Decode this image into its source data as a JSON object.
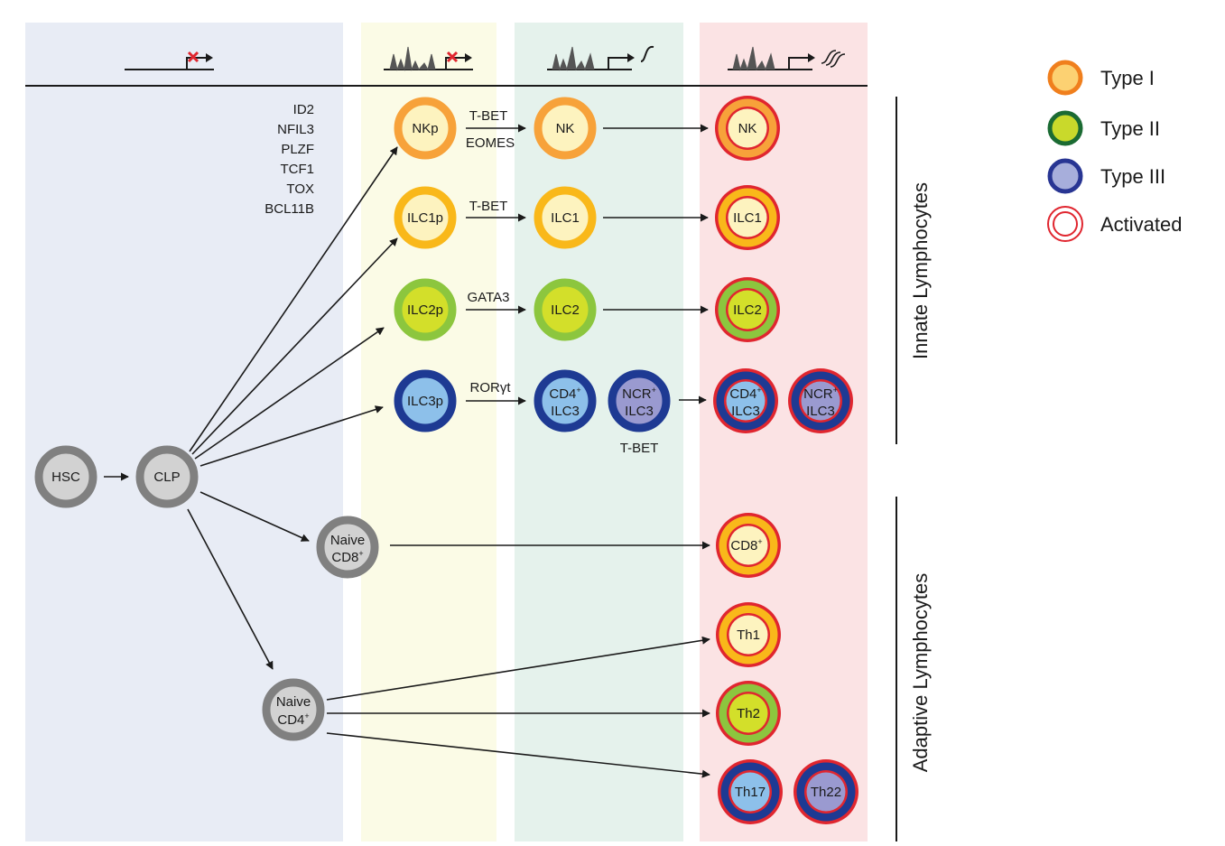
{
  "transcription_factors": [
    "ID2",
    "NFIL3",
    "PLZF",
    "TCF1",
    "TOX",
    "BCL11B"
  ],
  "legend": [
    {
      "label": "Type I",
      "ring": "#f07f1d",
      "fill": "#fcd172"
    },
    {
      "label": "Type II",
      "ring": "#1b6b33",
      "fill": "#c9d92b"
    },
    {
      "label": "Type III",
      "ring": "#283593",
      "fill": "#a7aedb"
    },
    {
      "label": "Activated",
      "ring": "#e0262f",
      "fill": "#ffffff"
    }
  ],
  "side_labels": {
    "innate": "Innate Lymphocytes",
    "adaptive": "Adaptive Lymphocytes"
  },
  "arrow_labels": {
    "nk_top": "T-BET",
    "nk_bottom": "EOMES",
    "ilc1": "T-BET",
    "ilc2": "GATA3",
    "ilc3_prefix": "ROR",
    "ilc3_greek": "γ",
    "ilc3_suffix": "t",
    "ncr_below": "T-BET"
  },
  "cells": {
    "hsc": {
      "line1": "HSC"
    },
    "clp": {
      "line1": "CLP"
    },
    "nkp": {
      "line1": "NKp"
    },
    "ilc1p": {
      "line1": "ILC1p"
    },
    "ilc2p": {
      "line1": "ILC2p"
    },
    "ilc3p": {
      "line1": "ILC3p"
    },
    "nk": {
      "line1": "NK"
    },
    "ilc1": {
      "line1": "ILC1"
    },
    "ilc2": {
      "line1": "ILC2"
    },
    "cd4_ilc3": {
      "line1": "CD4",
      "sup": "+",
      "line2": "ILC3"
    },
    "ncr_ilc3": {
      "line1": "NCR",
      "sup": "+",
      "line2": "ILC3"
    },
    "nk_act": {
      "line1": "NK"
    },
    "ilc1_act": {
      "line1": "ILC1"
    },
    "ilc2_act": {
      "line1": "ILC2"
    },
    "cd4_ilc3_act": {
      "line1": "CD4",
      "sup": "+",
      "line2": "ILC3"
    },
    "ncr_ilc3_act": {
      "line1": "NCR",
      "sup": "+",
      "line2": "ILC3"
    },
    "naive_cd8": {
      "line1": "Naive",
      "line2a": "CD8",
      "sup": "+"
    },
    "naive_cd4": {
      "line1": "Naive",
      "line2a": "CD4",
      "sup": "+"
    },
    "cd8_act": {
      "line1": "CD8",
      "sup": "+"
    },
    "th1": {
      "line1": "Th1"
    },
    "th2": {
      "line1": "Th2"
    },
    "th17": {
      "line1": "Th17"
    },
    "th22": {
      "line1": "Th22"
    }
  },
  "colors": {
    "stage1_bg": "#e8ecf5",
    "stage2_bg": "#fbfbe6",
    "stage3_bg": "#e5f2ec",
    "stage4_bg": "#fbe3e4",
    "gray_ring": "#808080",
    "gray_fill": "#d2d2d2",
    "type1_ring": "#f7a23a",
    "type1_fill": "#fdf3bf",
    "ilc1_ring": "#f9b81a",
    "type2_ring": "#8cc63e",
    "type2_fill": "#d3df2a",
    "type3_ring": "#1e3a93",
    "type3_fill": "#8dc0ea",
    "type3_fill_b": "#9a9ad0",
    "activated": "#e0262f"
  }
}
